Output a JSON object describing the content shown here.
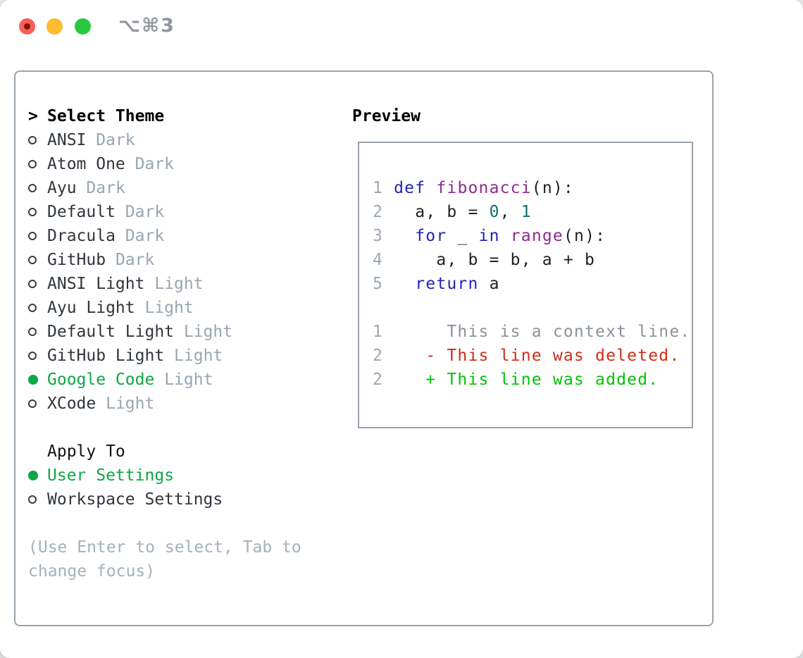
{
  "window": {
    "title": "⌥⌘3",
    "traffic_lights": [
      {
        "name": "close",
        "color": "#f65f56"
      },
      {
        "name": "minimize",
        "color": "#fdbc2e"
      },
      {
        "name": "zoom",
        "color": "#2ac840"
      }
    ]
  },
  "theme_list": {
    "header_marker": ">",
    "header": "Select Theme",
    "items": [
      {
        "name": "ANSI",
        "variant": "Dark",
        "selected": false
      },
      {
        "name": "Atom One",
        "variant": "Dark",
        "selected": false
      },
      {
        "name": "Ayu",
        "variant": "Dark",
        "selected": false
      },
      {
        "name": "Default",
        "variant": "Dark",
        "selected": false
      },
      {
        "name": "Dracula",
        "variant": "Dark",
        "selected": false
      },
      {
        "name": "GitHub",
        "variant": "Dark",
        "selected": false
      },
      {
        "name": "ANSI Light",
        "variant": "Light",
        "selected": false
      },
      {
        "name": "Ayu Light",
        "variant": "Light",
        "selected": false
      },
      {
        "name": "Default Light",
        "variant": "Light",
        "selected": false
      },
      {
        "name": "GitHub Light",
        "variant": "Light",
        "selected": false
      },
      {
        "name": "Google Code",
        "variant": "Light",
        "selected": true
      },
      {
        "name": "XCode",
        "variant": "Light",
        "selected": false
      }
    ]
  },
  "apply_to": {
    "header": "Apply To",
    "options": [
      {
        "name": "User Settings",
        "selected": true
      },
      {
        "name": "Workspace Settings",
        "selected": false
      }
    ]
  },
  "hint_lines": [
    "(Use Enter to select, Tab to",
    "change focus)"
  ],
  "preview": {
    "title": "Preview",
    "code_lines": [
      {
        "num": "1",
        "tokens": [
          {
            "t": "def",
            "c": "kw"
          },
          {
            "t": " ",
            "c": "pl"
          },
          {
            "t": "fibonacci",
            "c": "fn"
          },
          {
            "t": "(n):",
            "c": "pl"
          }
        ]
      },
      {
        "num": "2",
        "tokens": [
          {
            "t": "  a, b = ",
            "c": "pl"
          },
          {
            "t": "0",
            "c": "num"
          },
          {
            "t": ", ",
            "c": "pl"
          },
          {
            "t": "1",
            "c": "num"
          }
        ]
      },
      {
        "num": "3",
        "tokens": [
          {
            "t": "  ",
            "c": "pl"
          },
          {
            "t": "for",
            "c": "kw"
          },
          {
            "t": " _ ",
            "c": "pl"
          },
          {
            "t": "in",
            "c": "kw"
          },
          {
            "t": " ",
            "c": "pl"
          },
          {
            "t": "range",
            "c": "fn"
          },
          {
            "t": "(n):",
            "c": "pl"
          }
        ]
      },
      {
        "num": "4",
        "tokens": [
          {
            "t": "    a, b = b, a + b",
            "c": "pl"
          }
        ]
      },
      {
        "num": "5",
        "tokens": [
          {
            "t": "  ",
            "c": "pl"
          },
          {
            "t": "return",
            "c": "kw"
          },
          {
            "t": " a",
            "c": "pl"
          }
        ]
      }
    ],
    "diff_lines": [
      {
        "num": "1",
        "prefix": "     ",
        "text": "This is a context line.",
        "type": "context"
      },
      {
        "num": "2",
        "prefix": "   - ",
        "text": "This line was deleted.",
        "type": "deleted"
      },
      {
        "num": "2",
        "prefix": "   + ",
        "text": "This line was added.",
        "type": "added"
      }
    ]
  },
  "colors": {
    "selection_green": "#0ca843",
    "diff_added_green": "#00c400",
    "diff_deleted_red": "#cf2d17",
    "diff_context_gray": "#8b9299",
    "keyword_blue": "#2125b4",
    "function_purple": "#8f2a8f",
    "number_teal": "#0e6f6f",
    "variant_gray": "#9aa5b1",
    "hint_gray": "#a5b0bc",
    "border_gray": "#9ba4ad",
    "line_number_gray": "#9aa7b3"
  }
}
